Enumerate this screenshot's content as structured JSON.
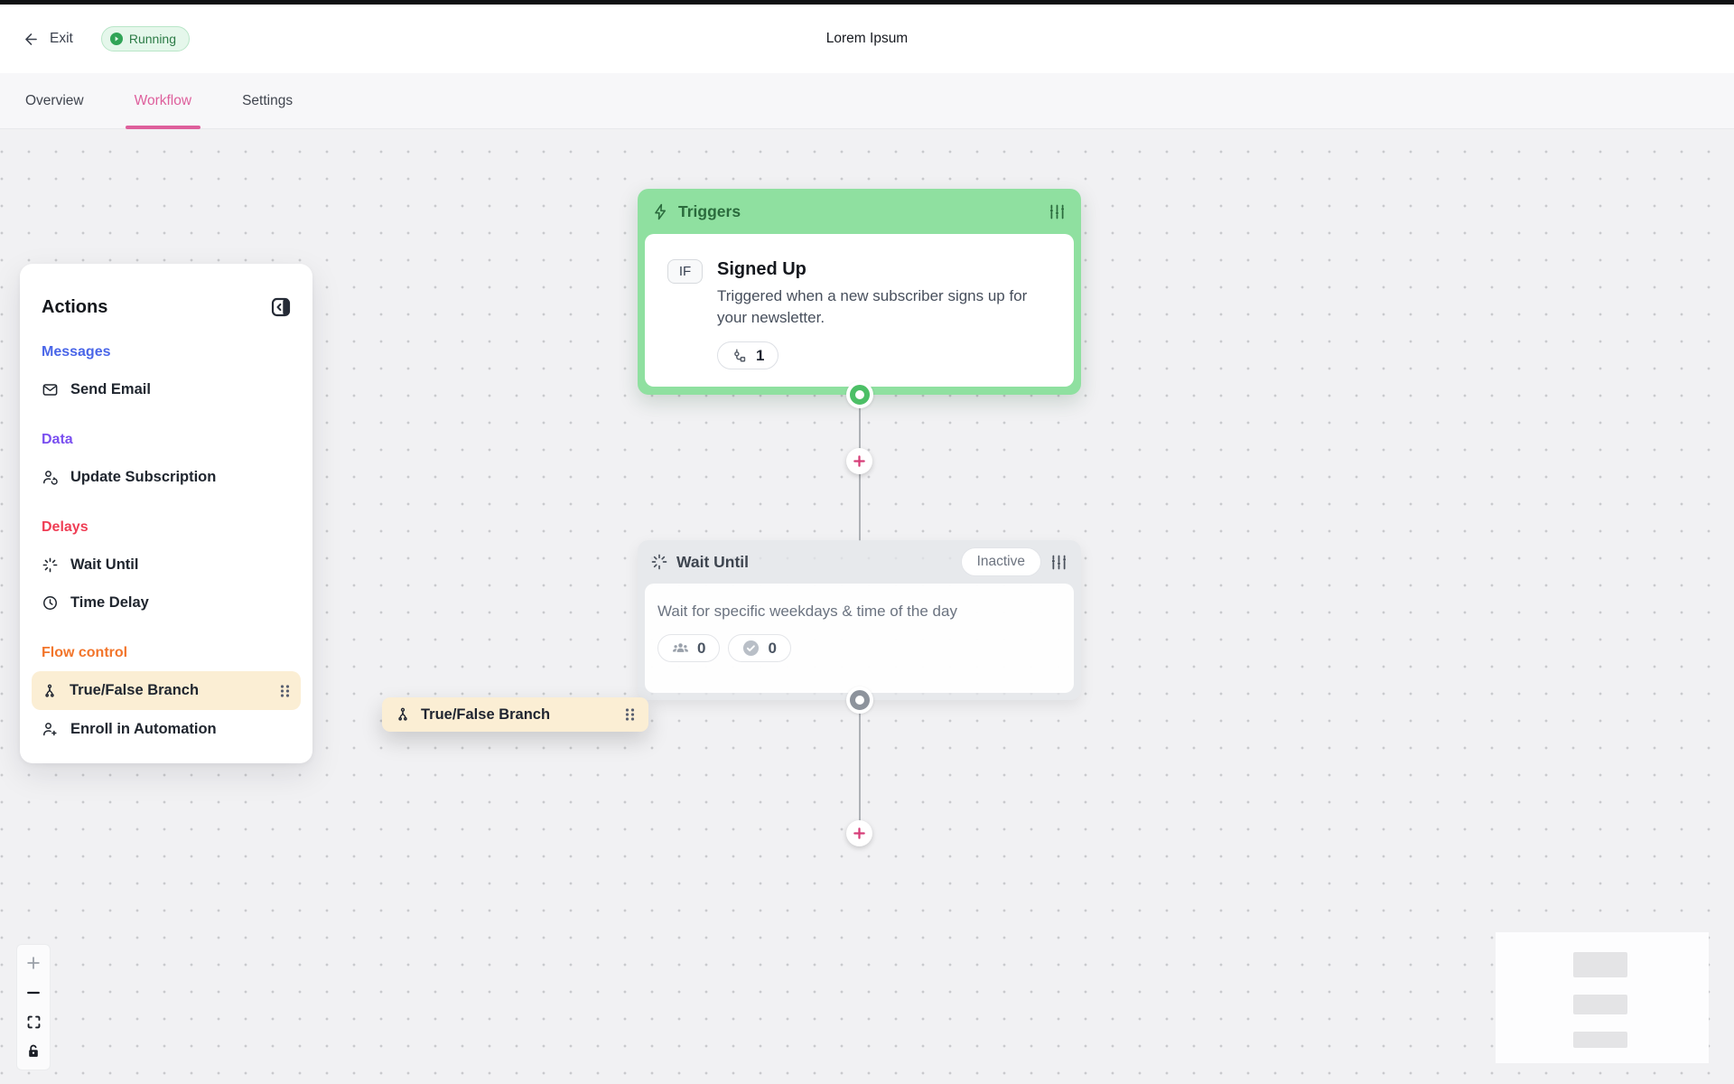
{
  "topbar": {
    "exit_label": "Exit",
    "status_badge": "Running",
    "title": "Lorem Ipsum"
  },
  "tabs": {
    "items": [
      {
        "label": "Overview"
      },
      {
        "label": "Workflow"
      },
      {
        "label": "Settings"
      }
    ],
    "active": "Workflow"
  },
  "sidebar": {
    "title": "Actions",
    "sections": [
      {
        "label": "Messages",
        "items": [
          {
            "label": "Send Email",
            "icon": "envelope-icon"
          }
        ]
      },
      {
        "label": "Data",
        "items": [
          {
            "label": "Update Subscription",
            "icon": "user-refresh-icon"
          }
        ]
      },
      {
        "label": "Delays",
        "items": [
          {
            "label": "Wait Until",
            "icon": "spinner-icon"
          },
          {
            "label": "Time Delay",
            "icon": "clock-icon"
          }
        ]
      },
      {
        "label": "Flow control",
        "items": [
          {
            "label": "True/False Branch",
            "icon": "branch-icon",
            "highlighted": true
          },
          {
            "label": "Enroll in Automation",
            "icon": "user-plus-icon"
          }
        ]
      }
    ]
  },
  "canvas": {
    "trigger_node": {
      "header": "Triggers",
      "header_icon": "lightning-icon",
      "settings_icon": "sliders-icon",
      "condition_badge": "IF",
      "title": "Signed Up",
      "description": "Triggered when a new subscriber signs up for your newsletter.",
      "flow_count": "1"
    },
    "wait_node": {
      "header": "Wait Until",
      "header_icon": "spinner-icon",
      "status_badge": "Inactive",
      "settings_icon": "sliders-icon",
      "description": "Wait for specific weekdays & time of the day",
      "subscribers_count": "0",
      "completed_count": "0"
    },
    "drag_ghost": {
      "label": "True/False Branch",
      "icon": "branch-icon"
    }
  },
  "zoom_controls": {
    "buttons": [
      "zoom-in-icon",
      "zoom-out-icon",
      "fit-view-icon",
      "unlock-icon"
    ]
  },
  "colors": {
    "accent_pink": "#de5f9c",
    "plus_pink": "#d63d78",
    "running_bg": "#e5f7eb",
    "running_border": "#b9e6c8",
    "running_text": "#2c7b46",
    "trigger_green": "#8fe0a0",
    "trigger_dark": "#2b6b3d",
    "handle_green": "#4cbf66",
    "messages_blue": "#4a66e8",
    "data_purple": "#7a4ff0",
    "delays_red": "#ef3e55",
    "flow_orange": "#f2752b",
    "highlight_peach": "#fbeed4",
    "canvas_bg": "#f1f1f3",
    "dot_color": "#c9cacd"
  }
}
